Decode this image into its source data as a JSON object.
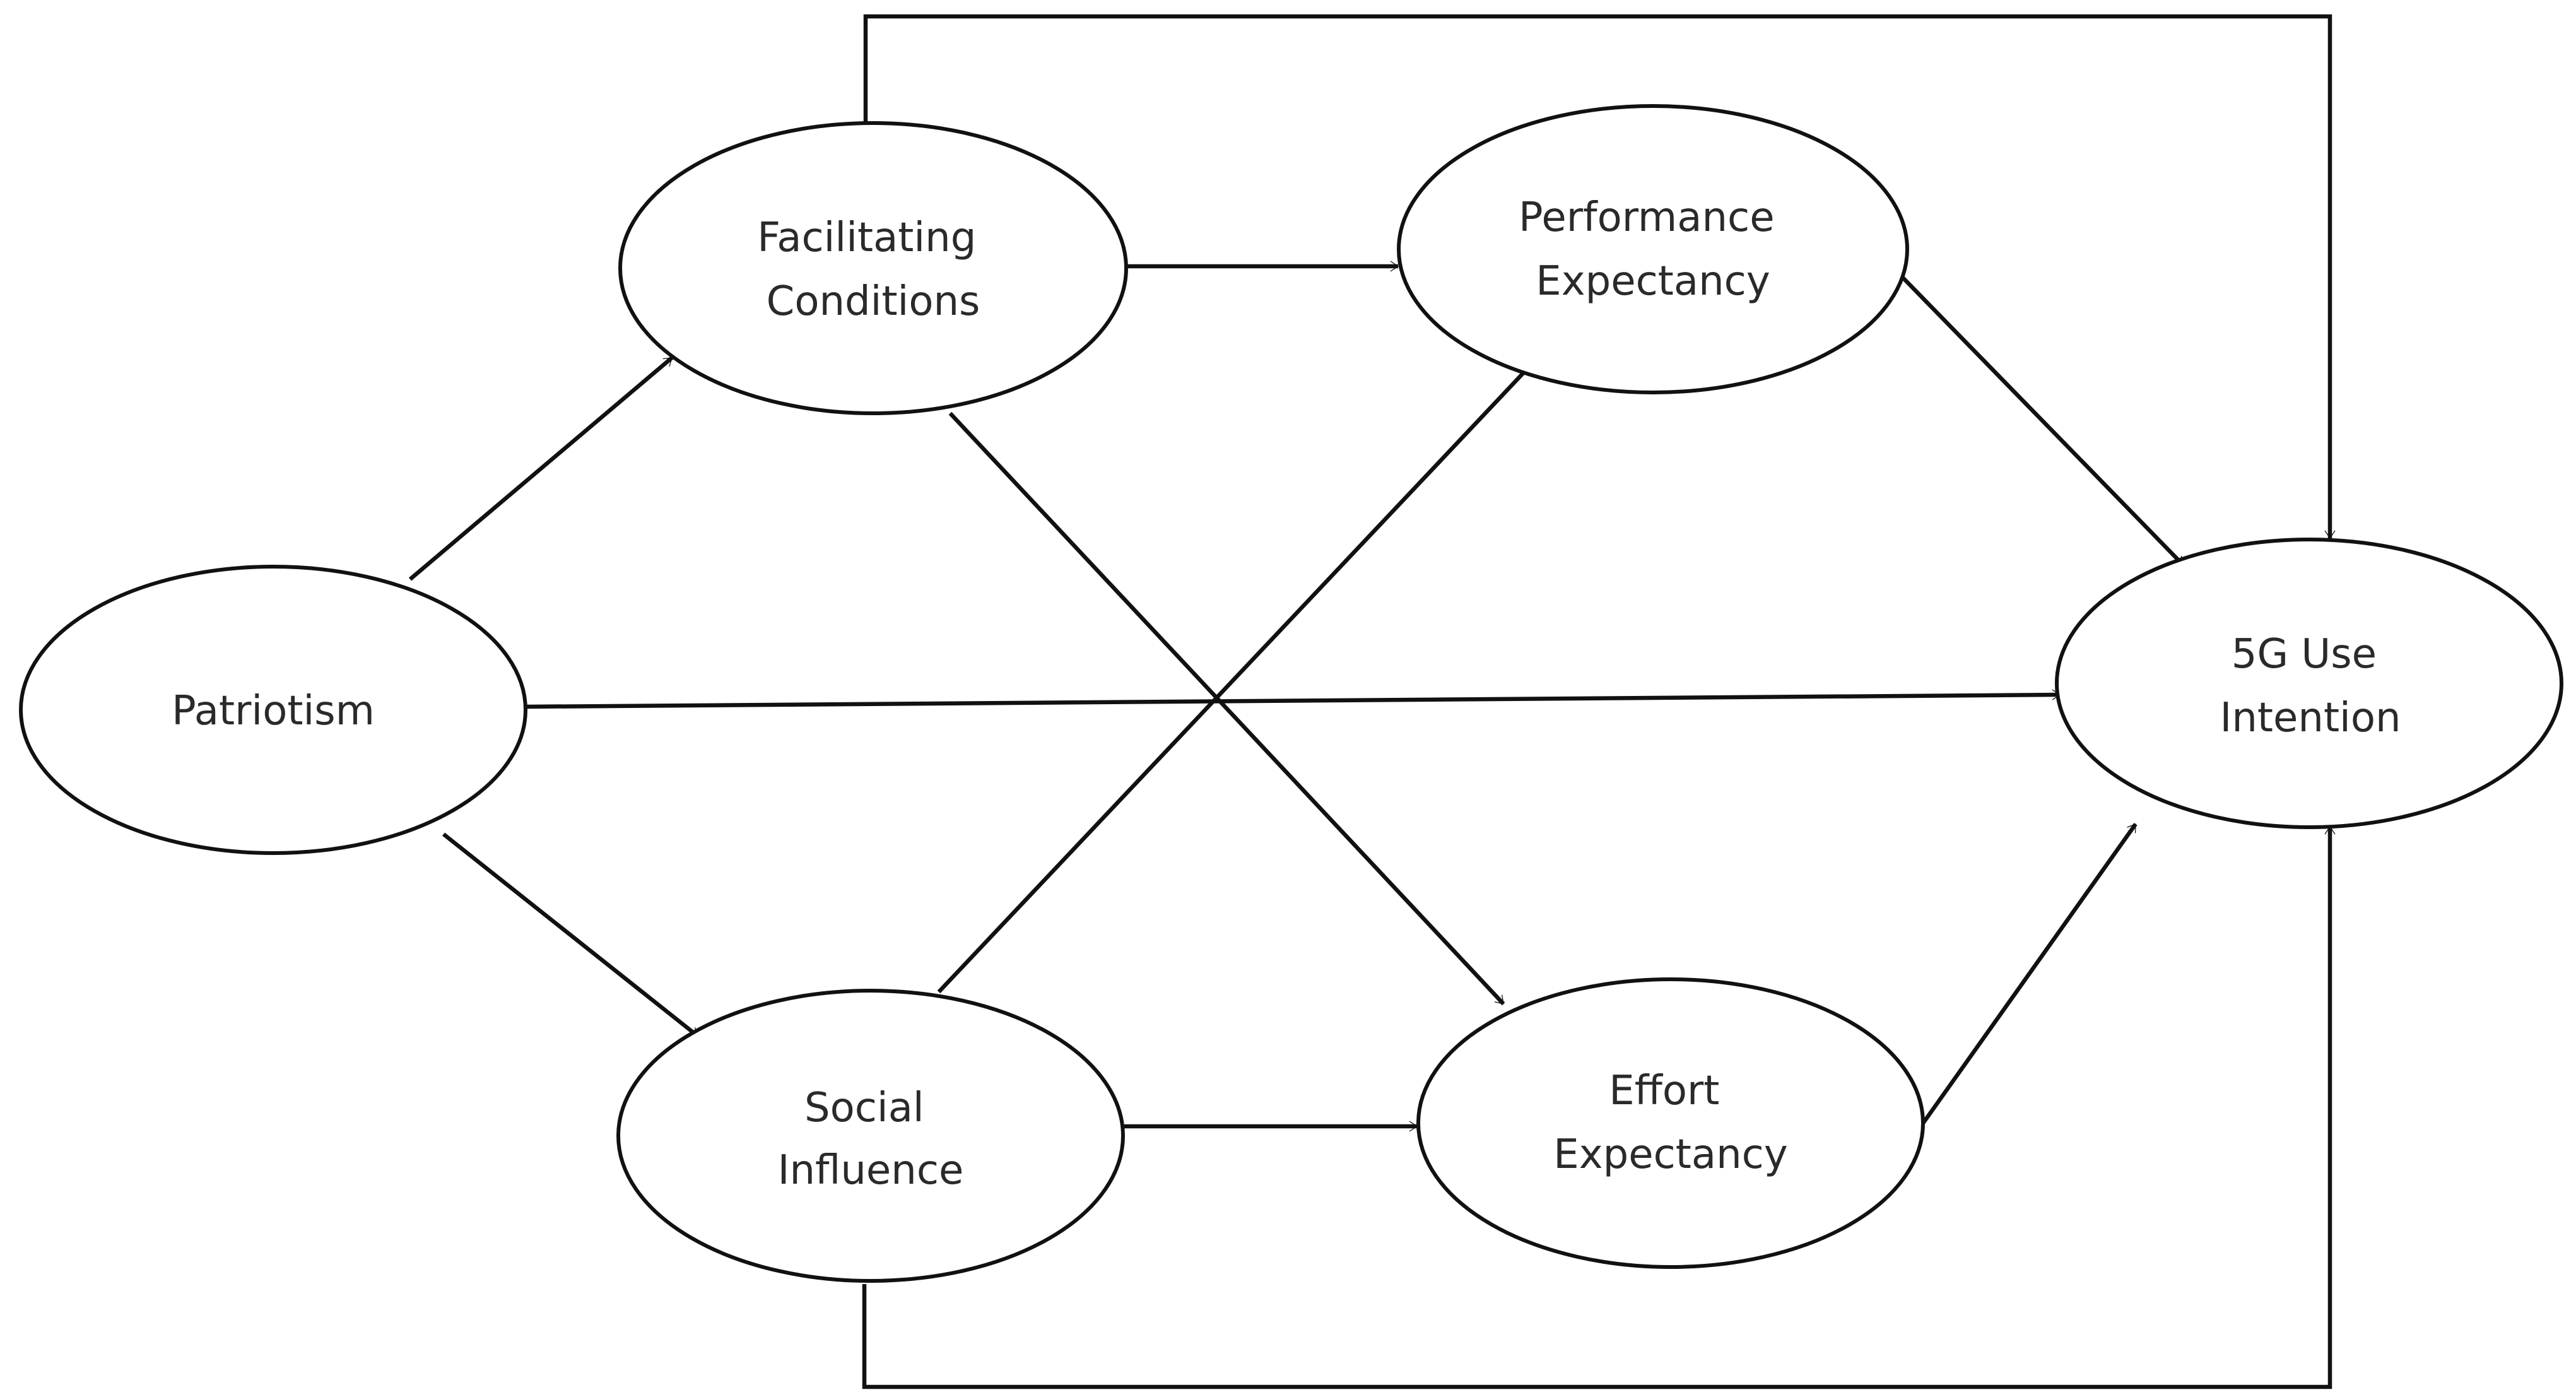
{
  "diagram": {
    "type": "path-model",
    "nodes": {
      "patriotism": {
        "lines": [
          "Patriotism"
        ]
      },
      "facilitating_conditions": {
        "lines": [
          "Facilitating",
          "Conditions"
        ]
      },
      "social_influence": {
        "lines": [
          "Social",
          "Influence"
        ]
      },
      "performance_expectancy": {
        "lines": [
          "Performance",
          "Expectancy"
        ]
      },
      "effort_expectancy": {
        "lines": [
          "Effort",
          "Expectancy"
        ]
      },
      "use_intention": {
        "lines": [
          "5G Use",
          "Intention"
        ]
      }
    },
    "edges": [
      {
        "from": "patriotism",
        "to": "facilitating_conditions"
      },
      {
        "from": "patriotism",
        "to": "social_influence"
      },
      {
        "from": "patriotism",
        "to": "use_intention"
      },
      {
        "from": "facilitating_conditions",
        "to": "performance_expectancy"
      },
      {
        "from": "facilitating_conditions",
        "to": "effort_expectancy"
      },
      {
        "from": "facilitating_conditions",
        "to": "use_intention"
      },
      {
        "from": "social_influence",
        "to": "performance_expectancy"
      },
      {
        "from": "social_influence",
        "to": "effort_expectancy"
      },
      {
        "from": "social_influence",
        "to": "use_intention"
      },
      {
        "from": "performance_expectancy",
        "to": "use_intention"
      },
      {
        "from": "effort_expectancy",
        "to": "use_intention"
      }
    ]
  }
}
